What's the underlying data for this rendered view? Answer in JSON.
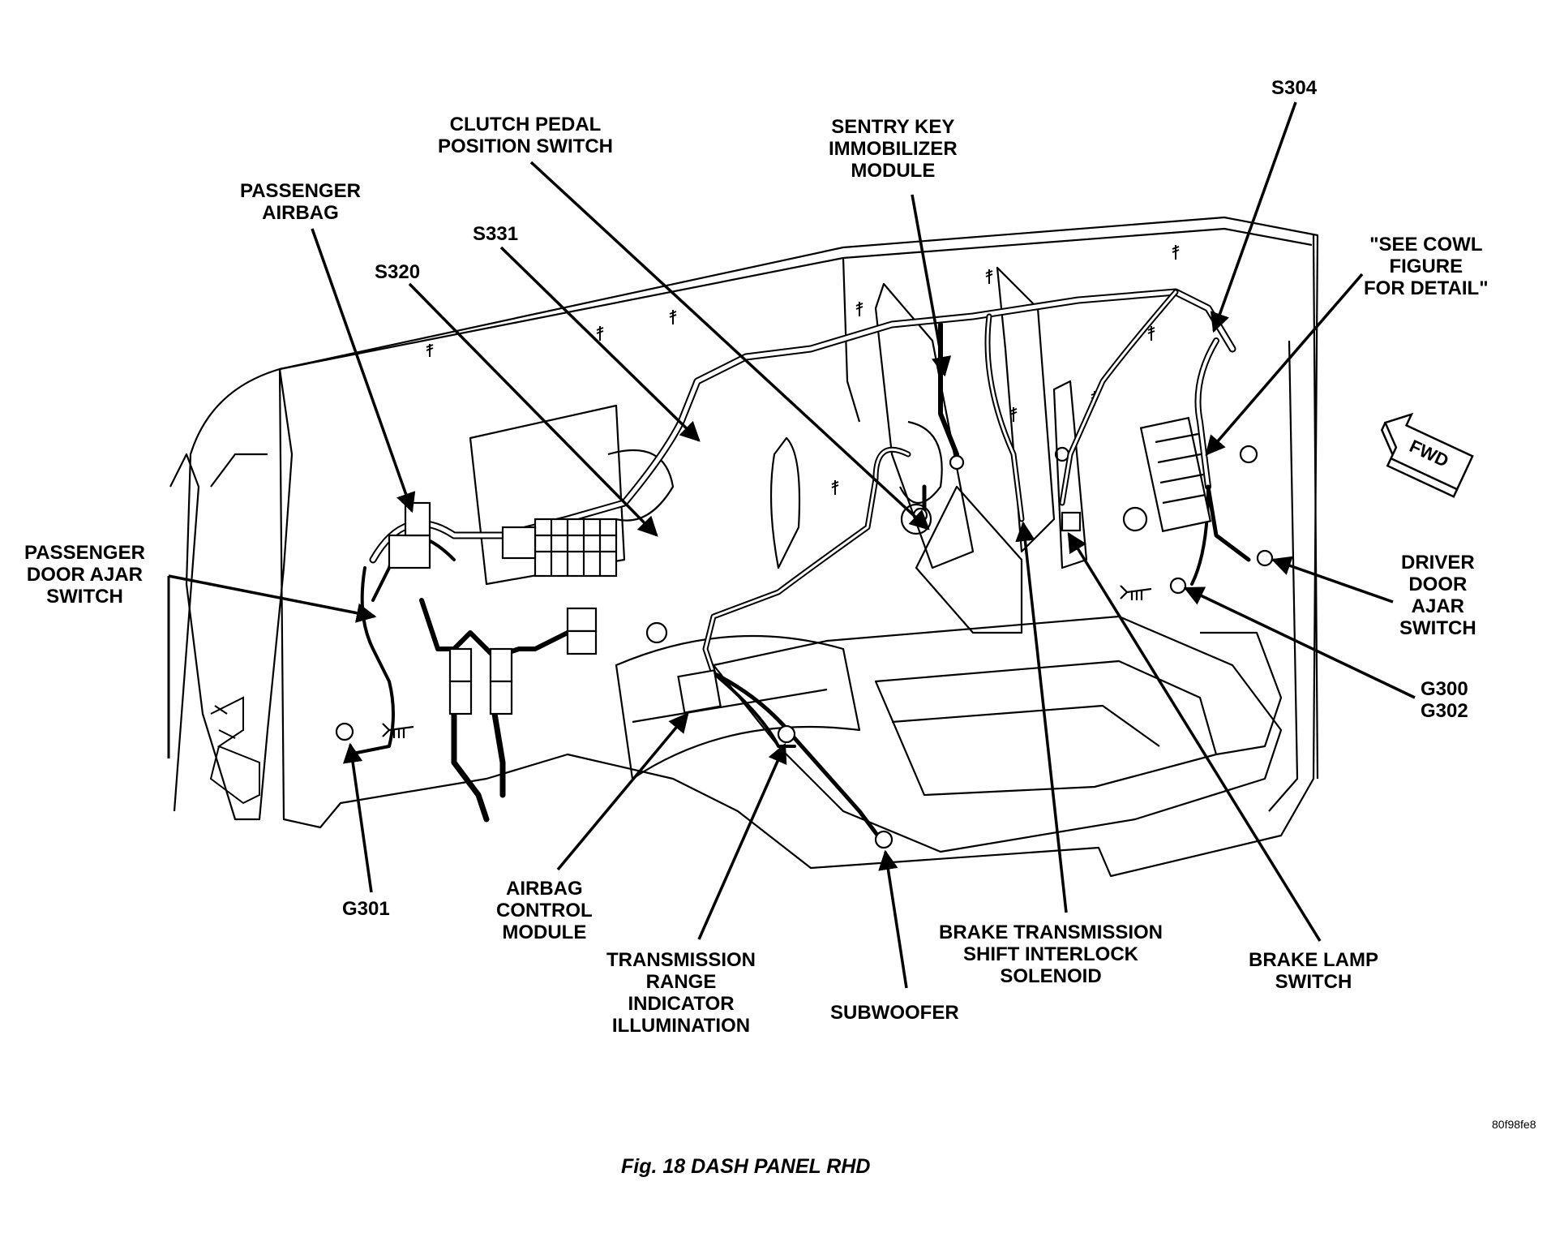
{
  "labels": {
    "passenger_airbag": [
      "PASSENGER",
      "AIRBAG"
    ],
    "clutch_pedal_position_switch": [
      "CLUTCH PEDAL",
      "POSITION SWITCH"
    ],
    "sentry_key_immobilizer_module": [
      "SENTRY KEY",
      "IMMOBILIZER",
      "MODULE"
    ],
    "s304": [
      "S304"
    ],
    "s331": [
      "S331"
    ],
    "s320": [
      "S320"
    ],
    "see_cowl_figure": [
      "\"SEE COWL",
      "FIGURE",
      "FOR DETAIL\""
    ],
    "passenger_door_ajar_switch": [
      "PASSENGER",
      "DOOR AJAR",
      "SWITCH"
    ],
    "driver_door_ajar_switch": [
      "DRIVER",
      "DOOR",
      "AJAR",
      "SWITCH"
    ],
    "g300_g302": [
      "G300",
      "G302"
    ],
    "g301": [
      "G301"
    ],
    "airbag_control_module": [
      "AIRBAG",
      "CONTROL",
      "MODULE"
    ],
    "transmission_range_indicator_illumination": [
      "TRANSMISSION",
      "RANGE",
      "INDICATOR",
      "ILLUMINATION"
    ],
    "subwoofer": [
      "SUBWOOFER"
    ],
    "brake_transmission_shift_interlock_solenoid": [
      "BRAKE TRANSMISSION",
      "SHIFT INTERLOCK",
      "SOLENOID"
    ],
    "brake_lamp_switch": [
      "BRAKE LAMP",
      "SWITCH"
    ]
  },
  "direction_marker": "FWD",
  "figure_code": "80f98fe8",
  "caption": "Fig. 18 DASH PANEL RHD"
}
